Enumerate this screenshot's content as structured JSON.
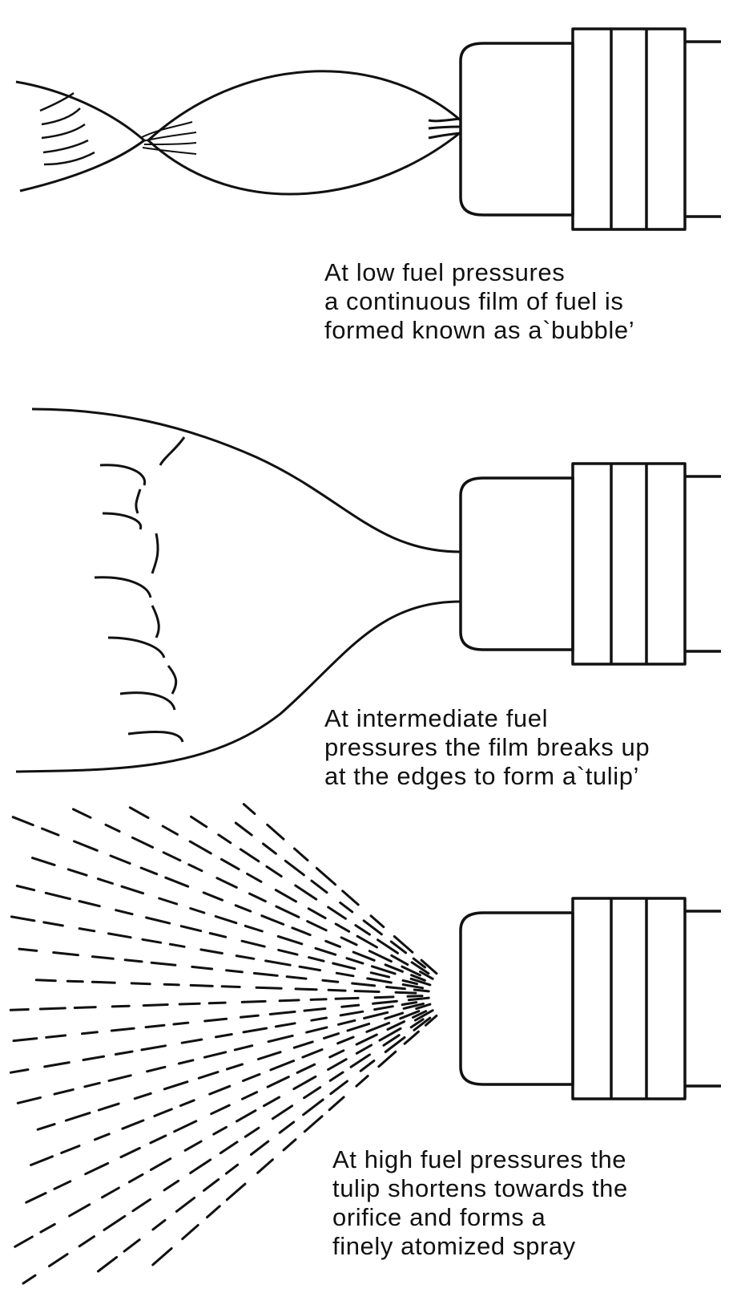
{
  "panels": [
    {
      "stage": "bubble",
      "caption": [
        "At low fuel pressures",
        "a continuous film of fuel is",
        "formed known as a`bubble’"
      ]
    },
    {
      "stage": "tulip",
      "caption": [
        "At intermediate fuel",
        "pressures the film breaks up",
        "at the edges to form a`tulip’"
      ]
    },
    {
      "stage": "spray",
      "caption": [
        "At high fuel pressures the",
        "tulip shortens towards the",
        "orifice and forms a",
        "finely atomized spray"
      ]
    }
  ],
  "colors": {
    "ink": "#111111",
    "paper": "#ffffff"
  }
}
